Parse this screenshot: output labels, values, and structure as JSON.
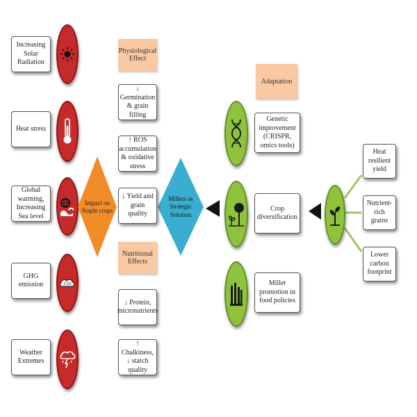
{
  "drivers": [
    {
      "label": "Increasing Solar Radiation",
      "icon": "sun-icon"
    },
    {
      "label": "Heat stress",
      "icon": "thermometer-icon"
    },
    {
      "label": "Global warming, Increasing Sea level",
      "icon": "globe-wave-icon"
    },
    {
      "label": "GHG emission",
      "icon": "cloud-gas-icon"
    },
    {
      "label": "Weather Extremes",
      "icon": "storm-cloud-icon"
    }
  ],
  "impact": {
    "label": "Impact on Staple crops",
    "color": "#f28c28"
  },
  "physiological": {
    "header": "Physiological Effect",
    "items": [
      "↓ Germination & grain filling",
      "↑ ROS accumulation & oxidative stress",
      "↓ Yield and grain quality"
    ]
  },
  "nutritional": {
    "header": "Nutritional Effects",
    "items": [
      "↓ Protein, micronutrients",
      "↑ Chalkiness, ↓ starch quality"
    ]
  },
  "solution": {
    "label": "Millets as Strategic Solution",
    "color": "#3aaed0"
  },
  "adaptation": {
    "header": "Adaptation",
    "items": [
      {
        "label": "Genetic improvement (CRISPR, omics tools)",
        "icon": "dna-icon"
      },
      {
        "label": "Crop diversification",
        "icon": "tree-plant-icon"
      },
      {
        "label": "Millet promotion in food policies",
        "icon": "grain-bundle-icon"
      }
    ]
  },
  "outcomes": {
    "icon": "sprout-icon",
    "items": [
      "Heat resilient yield",
      "Nutrient-rich grains",
      "Lower carbon footprint"
    ]
  },
  "colors": {
    "red": "#c62a2a",
    "green": "#8fc33e",
    "header": "#f9c9a3"
  }
}
